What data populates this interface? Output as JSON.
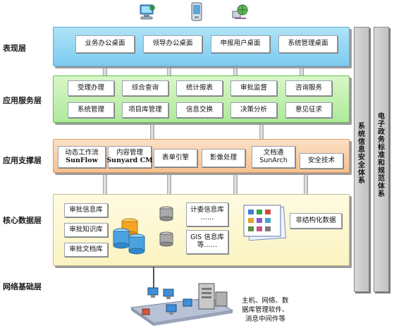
{
  "layers": {
    "presentation": "表现层",
    "app_service": "应用服务层",
    "app_support": "应用支撑层",
    "core_data": "核心数据层",
    "network": "网络基础层"
  },
  "presentation": {
    "items": [
      "业务办公桌面",
      "领导办公桌面",
      "申报用户桌面",
      "系统管理桌面"
    ]
  },
  "app_service": {
    "row1": [
      "受理办理",
      "综合查询",
      "统计报表",
      "审批监督",
      "咨询服务"
    ],
    "row2": [
      "系统管理",
      "项目库管理",
      "信息交换",
      "决策分析",
      "意见征求"
    ]
  },
  "app_support": {
    "workflow": {
      "line1": "动态工作流",
      "line2": "SunFlow"
    },
    "content": {
      "line1": "内容管理",
      "line2": "Sunyard CM"
    },
    "form_engine": "表单引擎",
    "image_processing": "影像处理",
    "archive": {
      "line1": "文档通",
      "line2": "SunArch"
    },
    "security_tech": "安全技术"
  },
  "core_data": {
    "libraries": [
      "审批信息库",
      "审批知识库",
      "审批文档库"
    ],
    "planning": {
      "line1": "计委信息库",
      "line2": "……"
    },
    "gis": {
      "line1": "GIS 信息库",
      "line2": "等……"
    },
    "unstructured": "非结构化数据"
  },
  "network": {
    "note_line1": "主机、网络、数",
    "note_line2": "据库管理软件、",
    "note_line3": "消息中间件等"
  },
  "side_columns": {
    "security": "系统信息安全体系",
    "standards": "电子政务标准和规范体系"
  }
}
